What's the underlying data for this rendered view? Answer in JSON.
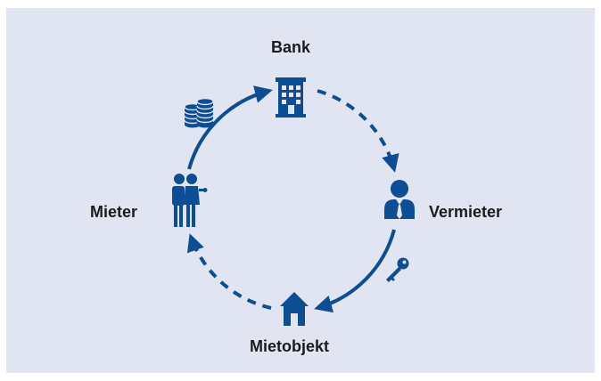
{
  "colors": {
    "accent": "#0c4e96",
    "panel_background": "#e1e4f1",
    "label_text": "#1b1b1b"
  },
  "nodes": {
    "bank": {
      "label": "Bank",
      "icon": "bank-building-icon"
    },
    "vermieter": {
      "label": "Vermieter",
      "icon": "landlord-person-icon"
    },
    "mietobjekt": {
      "label": "Mietobjekt",
      "icon": "house-icon"
    },
    "mieter": {
      "label": "Mieter",
      "icon": "tenants-couple-icon"
    }
  },
  "flow_icons": {
    "mieter_to_bank": "coin-stacks-icon",
    "vermieter_to_mietobjekt": "key-icon"
  }
}
